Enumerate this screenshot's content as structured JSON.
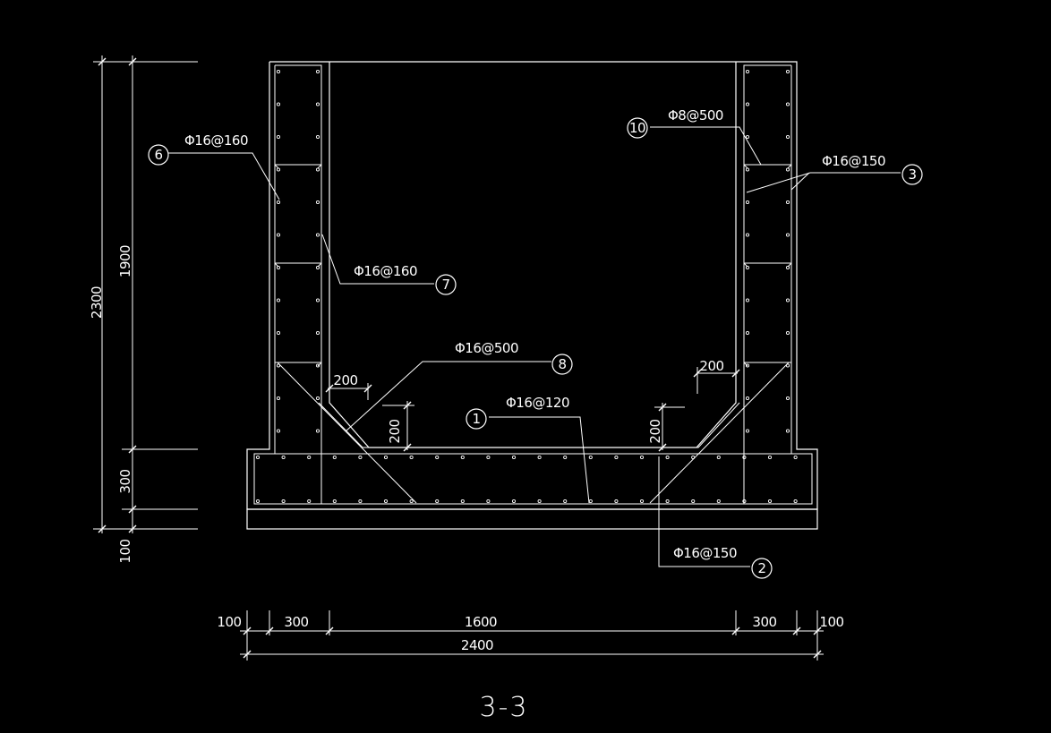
{
  "title": "3-3",
  "colors": {
    "background": "#000000",
    "line": "#ffffff"
  },
  "dimensions": {
    "vertical": {
      "total": "2300",
      "wall": "1900",
      "slab": "300",
      "bedding": "100"
    },
    "horizontal": {
      "left_edge": "100",
      "left_wall": "300",
      "clear": "1600",
      "right_wall": "300",
      "right_edge": "100",
      "total": "2400"
    },
    "haunch": {
      "left_w": "200",
      "left_h": "200",
      "right_w": "200",
      "right_h": "200"
    }
  },
  "callouts": {
    "c1": {
      "num": "1",
      "spec": "Φ16@120"
    },
    "c2": {
      "num": "2",
      "spec": "Φ16@150"
    },
    "c3": {
      "num": "3",
      "spec": "Φ16@150"
    },
    "c6": {
      "num": "6",
      "spec": "Φ16@160"
    },
    "c7": {
      "num": "7",
      "spec": "Φ16@160"
    },
    "c8": {
      "num": "8",
      "spec": "Φ16@500"
    },
    "c10": {
      "num": "10",
      "spec": "Φ8@500"
    }
  }
}
